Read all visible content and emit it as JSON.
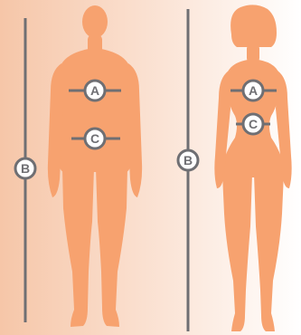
{
  "colors": {
    "background_left": "#f6c6a8",
    "background_right": "#ffffff",
    "figure": "#f7a26f",
    "line": "#6f6f73",
    "marker_fill": "#ffffff",
    "marker_text": "#6f6f73"
  },
  "figures": {
    "male": {
      "markers": {
        "height_label": "B",
        "chest_label": "A",
        "waist_label": "C"
      }
    },
    "female": {
      "markers": {
        "height_label": "B",
        "chest_label": "A",
        "waist_label": "C"
      }
    }
  }
}
